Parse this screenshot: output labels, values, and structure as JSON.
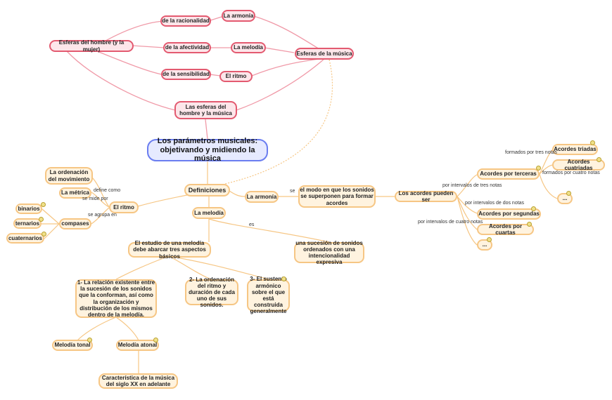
{
  "diagram": {
    "nodes": {
      "racionalidad": "de la racionalidad",
      "armonia_top": "La armonía",
      "esferas_hombre": "Esferas del hombre (y la mujer)",
      "afectividad": "de la afectividad",
      "melodia_top": "La melodía",
      "esferas_musica": "Esferas de la música",
      "sensibilidad": "de la sensibilidad",
      "ritmo_top": "El ritmo",
      "las_esferas": "Las esferas del hombre y la música",
      "central": "Los parámetros musicales: objetivando y midiendo la música",
      "definiciones": "Definiciones",
      "ordenacion": "La ordenación del movimiento",
      "metrica": "La métrica",
      "el_ritmo": "El ritmo",
      "binarios": "binarios",
      "ternarios": "ternarios",
      "cuaternarios": "cuaternarios",
      "compases": "compases",
      "la_armonia": "La armonía",
      "modo": "el modo en que los sonidos se superponen para formar acordes",
      "acordes_pueden": "Los acordes pueden ser",
      "acordes_terceras": "Acordes por terceras",
      "acordes_triadas": "Acordes triadas",
      "acordes_cuatriadas": "Acordes cuatriadas",
      "ellipsis_a": "...",
      "acordes_segundas": "Acordes por segundas",
      "acordes_cuartas": "Acordes por cuartas",
      "ellipsis_b": "...",
      "la_melodia": "La melodía",
      "estudio": "El estudio de una melodía debe abarcar tres aspectos básicos",
      "sucesion": "una sucesión de sonidos ordenados con una intencionalidad expresiva",
      "aspecto1": "1- La relación existente entre la sucesión de los sonidos que la conforman, así como la organización y distribución de los mismos dentro de la melodía.",
      "aspecto2": "2- La ordenación del ritmo y duración de cada uno de sus sonidos.",
      "aspecto3": "3- El sustento armónico sobre el que está construida generalmente",
      "tonal": "Melodía tonal",
      "atonal": "Melodía atonal",
      "caracteristica": "Característica de la música del siglo XX en adelante"
    },
    "labels": {
      "define_como": "define como",
      "se_mide_por": "se mide por",
      "se_agrupa_en": "se agrupa en",
      "se": "se",
      "es": "es",
      "tres_notas": "por intervalos de tres notas",
      "formados_tres": "formados por tres notas",
      "formados_cuatro": "formados por cuatro notas",
      "dos_notas": "por intervalos de dos notas",
      "cuatro_notas": "por intervalos de cuatro notas"
    },
    "colors": {
      "pink_fill": "#fde6ea",
      "pink_border": "#e35a70",
      "orange_fill": "#fff3df",
      "orange_border": "#f6c684",
      "central_fill": "#e6eaff",
      "central_border": "#6a7df0"
    }
  }
}
